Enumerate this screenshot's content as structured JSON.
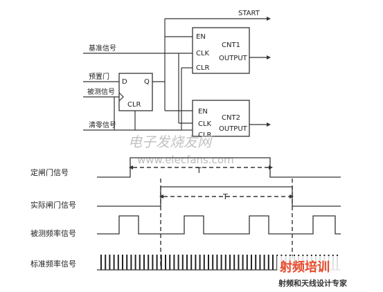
{
  "circuit": {
    "start_label": "START",
    "base_signal_label": "基准信号",
    "preset_gate_label": "预置门",
    "measured_signal_label": "被测信号",
    "clear_signal_label": "清零信号",
    "dff": {
      "d": "D",
      "q": "Q",
      "clr": "CLR"
    },
    "cnt1": {
      "name": "CNT1",
      "output": "OUTPUT",
      "en": "EN",
      "clk": "CLK",
      "clr": "CLR"
    },
    "cnt2": {
      "name": "CNT2",
      "output": "OUTPUT",
      "en": "EN",
      "clk": "CLK",
      "clr": "CLR"
    }
  },
  "timing": {
    "rows": [
      {
        "label": "定闸门信号",
        "period_label": "T"
      },
      {
        "label": "实际闸门信号",
        "period_label": "T"
      },
      {
        "label": "被测频率信号"
      },
      {
        "label": "标准频率信号"
      }
    ]
  },
  "watermark": {
    "cn": "电子发烧友网",
    "en": "www.elecfans.com"
  },
  "branding": {
    "line1": "射频培训",
    "line2": "射频和天线设计专家"
  }
}
